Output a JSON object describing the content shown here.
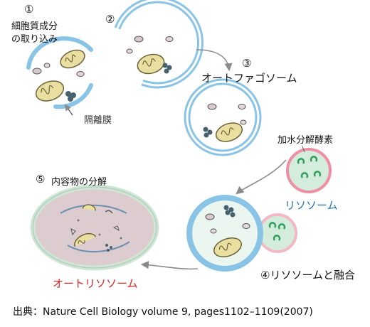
{
  "steps": {
    "s1_num": "①",
    "s1_line1": "細胞質成分",
    "s1_line2": "の取り込み",
    "s2_num": "②",
    "s3_num": "③",
    "s3_label": "オートファゴソーム",
    "s4_label": "④リソソームと融合",
    "s5_num": "⑤",
    "s5_label": "内容物の分解"
  },
  "labels": {
    "membrane": "隔離膜",
    "enzyme": "加水分解酵素",
    "lysosome": "リソソーム",
    "autolysosome": "オートリソソーム"
  },
  "source": "出典：Nature Cell Biology volume 9, pages1102–1109(2007)",
  "colors": {
    "membrane_blue": "#89c4e6",
    "lysosome_pink": "#f4b7c4",
    "lysosome_green": "#d4ecdc",
    "enzyme_green": "#2e9e5b",
    "mito_yellow": "#e8dfa1",
    "autolysosome_fill": "#dccbcf",
    "arrow_gray": "#888888",
    "text_blue": "#1f6fb5",
    "text_red": "#e02020"
  }
}
